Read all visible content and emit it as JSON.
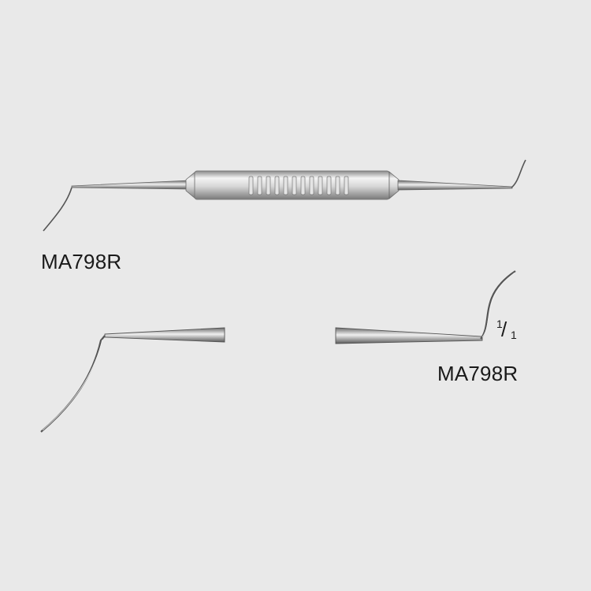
{
  "labels": {
    "top_model": "MA798R",
    "bottom_model": "MA798R"
  },
  "scale": {
    "numerator": "1",
    "denominator": "1"
  },
  "colors": {
    "background": "#e9e9e9",
    "text": "#1a1a1a",
    "steel_dark": "#5a5a5a",
    "steel_light": "#f2f2f2"
  }
}
